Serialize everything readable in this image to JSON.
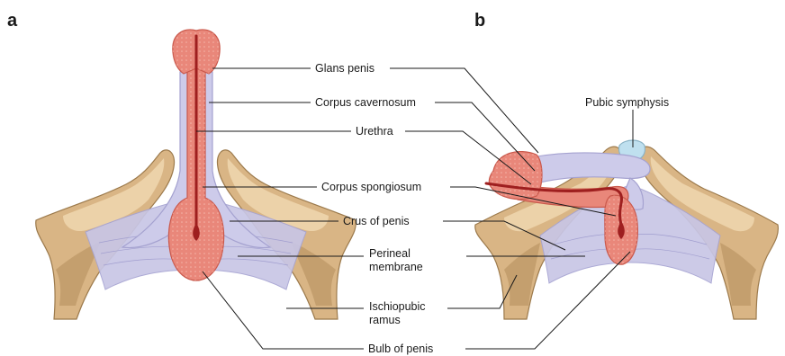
{
  "panels": {
    "a": {
      "letter": "a"
    },
    "b": {
      "letter": "b"
    }
  },
  "labels": {
    "glans_penis": "Glans penis",
    "corpus_cavernosum": "Corpus cavernosum",
    "urethra": "Urethra",
    "corpus_spongiosum": "Corpus spongiosum",
    "crus_of_penis": "Crus of penis",
    "perineal_membrane_line1": "Perineal",
    "perineal_membrane_line2": "membrane",
    "ischiopubic_ramus_line1": "Ischiopubic",
    "ischiopubic_ramus_line2": "ramus",
    "bulb_of_penis": "Bulb of penis",
    "pubic_symphysis": "Pubic symphysis"
  },
  "colors": {
    "bone": "#d9b585",
    "membrane": "#c8c6e6",
    "corpus_cavernosum": "#cdcbea",
    "corpus_spongiosum": "#e9877a",
    "urethra": "#9e1f1f",
    "pubic_symphysis": "#bfe0ef"
  }
}
